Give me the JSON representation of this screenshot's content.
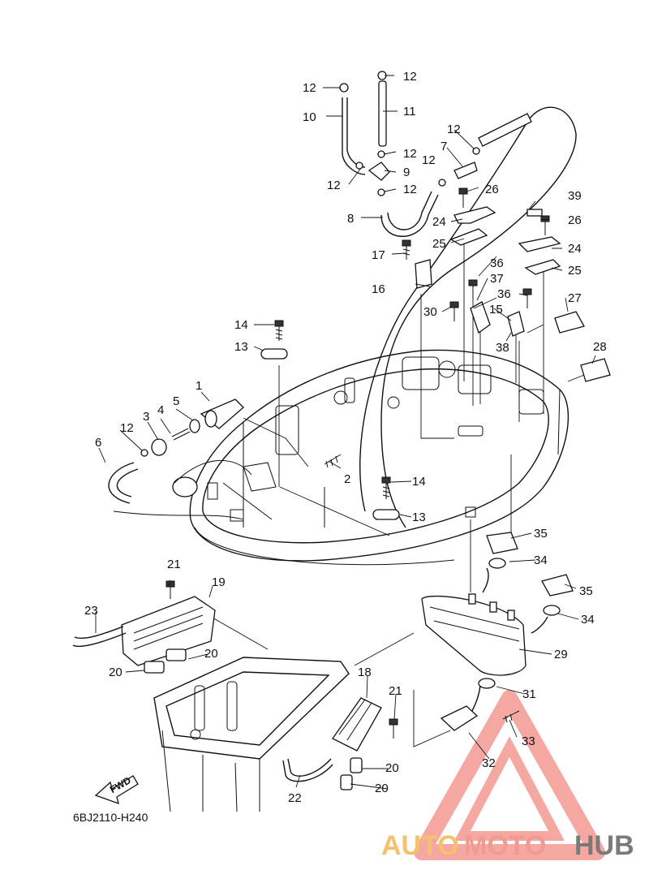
{
  "diagram": {
    "drawing_code": "6BJ2110-H240",
    "fwd_label": "FWD",
    "callouts": [
      "1",
      "2",
      "3",
      "4",
      "5",
      "6",
      "7",
      "8",
      "9",
      "10",
      "11",
      "12",
      "13",
      "14",
      "15",
      "16",
      "17",
      "18",
      "19",
      "20",
      "21",
      "22",
      "23",
      "24",
      "25",
      "26",
      "27",
      "28",
      "29",
      "30",
      "31",
      "32",
      "33",
      "34",
      "35",
      "36",
      "37",
      "38",
      "39"
    ]
  },
  "watermark": {
    "part1": "AUTO",
    "part2": "MOTO",
    "part3": "HUB",
    "colors": {
      "auto": "#f5c26b",
      "moto": "#f19a92",
      "hub": "#7a7a7a",
      "triangle": "#f28b82"
    }
  }
}
